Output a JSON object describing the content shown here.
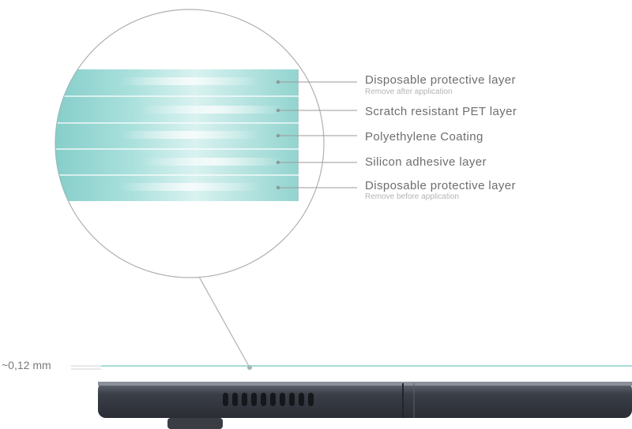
{
  "layers": [
    {
      "label": "Disposable protective layer",
      "note": "Remove after application"
    },
    {
      "label": "Scratch resistant PET layer",
      "note": ""
    },
    {
      "label": "Polyethylene Coating",
      "note": ""
    },
    {
      "label": "Silicon adhesive layer",
      "note": ""
    },
    {
      "label": "Disposable protective layer",
      "note": "Remove before application"
    }
  ],
  "thickness": "~0,12 mm",
  "colors": {
    "film": "#8fd3cf",
    "film_light": "#e6f6f4",
    "leader": "#9a9a9a",
    "circle": "#b0b0b0",
    "device": "#4a4e58",
    "device_dark": "#2a2d34"
  }
}
